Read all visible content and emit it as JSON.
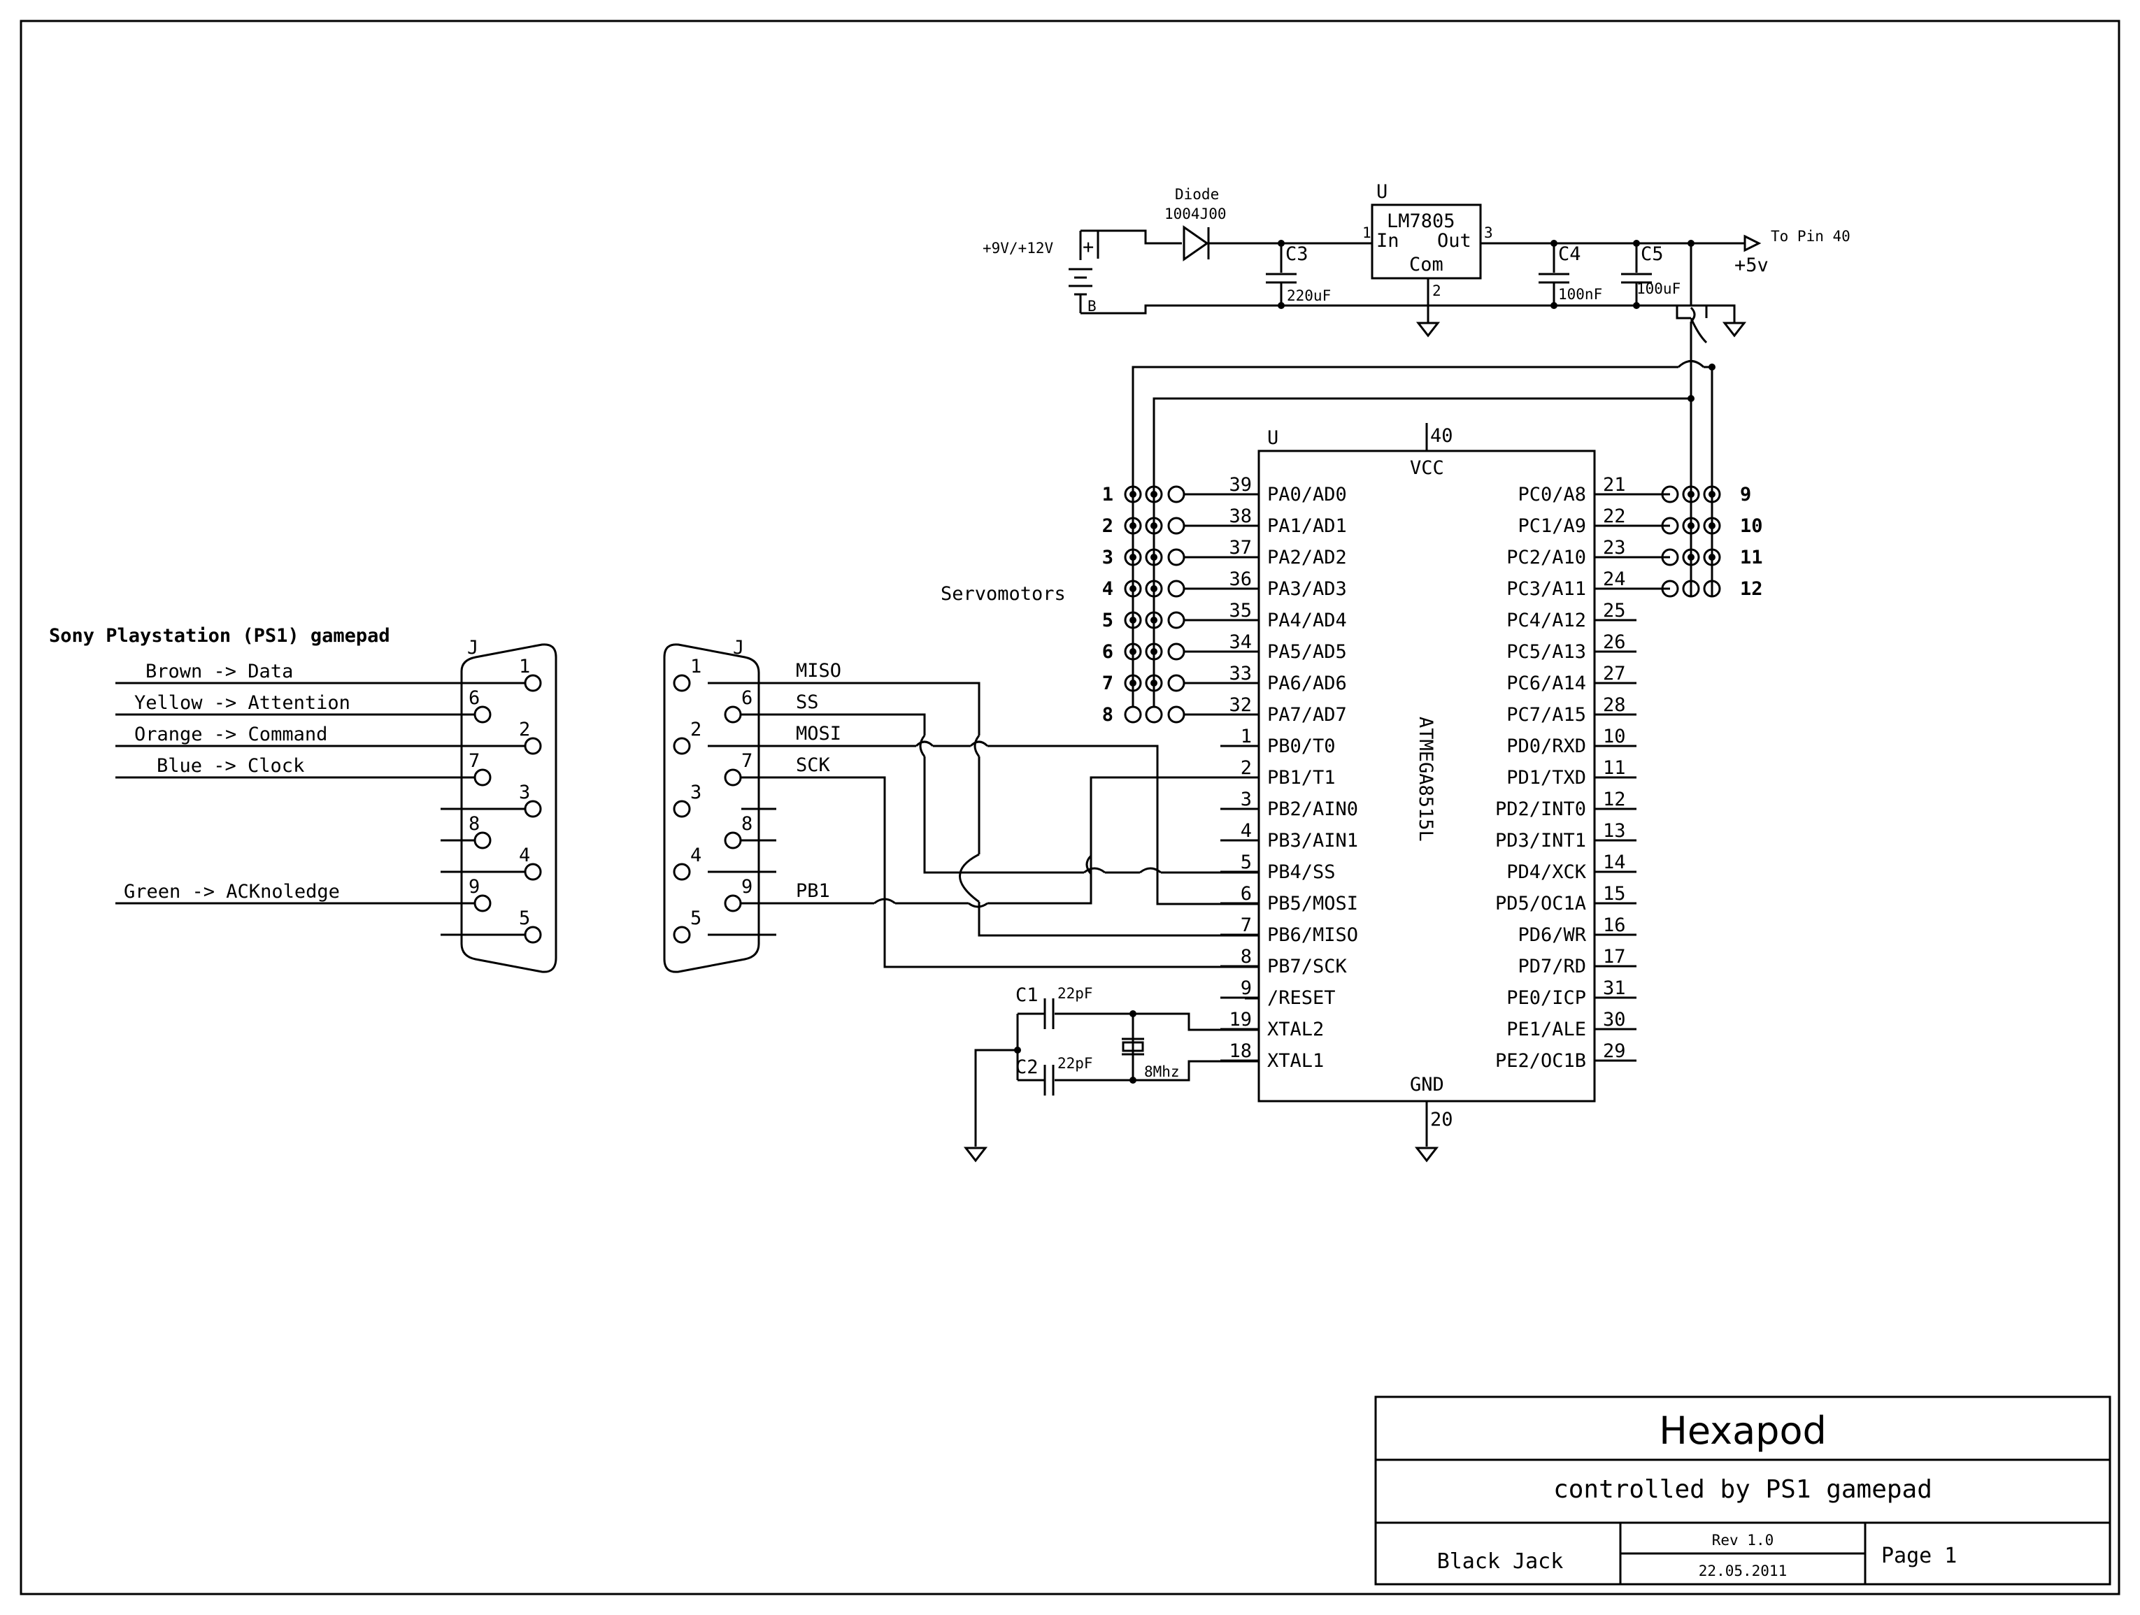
{
  "power": {
    "supply_label": "+9V/+12V",
    "plus_sign": "+",
    "battery_ref": "B",
    "diode_label": "Diode",
    "diode_part": "1004J00",
    "c3_label": "C3",
    "c3_value": "220uF",
    "reg_ref": "U",
    "reg_part": "LM7805",
    "reg_in": "In",
    "reg_out": "Out",
    "reg_com": "Com",
    "reg_pin_in": "1",
    "reg_pin_out": "3",
    "reg_pin_com": "2",
    "c4_label": "C4",
    "c4_value": "100nF",
    "c5_label": "C5",
    "c5_value": "100uF",
    "to_pin": "To Pin 40",
    "vcc_label": "+5v"
  },
  "mcu": {
    "ref": "U",
    "part": "ATMEGA8515L",
    "vcc_label": "VCC",
    "gnd_label": "GND",
    "vcc_pin": "40",
    "gnd_pin": "20",
    "left_pins": [
      {
        "num": "39",
        "name": "PA0/AD0"
      },
      {
        "num": "38",
        "name": "PA1/AD1"
      },
      {
        "num": "37",
        "name": "PA2/AD2"
      },
      {
        "num": "36",
        "name": "PA3/AD3"
      },
      {
        "num": "35",
        "name": "PA4/AD4"
      },
      {
        "num": "34",
        "name": "PA5/AD5"
      },
      {
        "num": "33",
        "name": "PA6/AD6"
      },
      {
        "num": "32",
        "name": "PA7/AD7"
      },
      {
        "num": "1",
        "name": "PB0/T0"
      },
      {
        "num": "2",
        "name": "PB1/T1"
      },
      {
        "num": "3",
        "name": "PB2/AIN0"
      },
      {
        "num": "4",
        "name": "PB3/AIN1"
      },
      {
        "num": "5",
        "name": "PB4/SS"
      },
      {
        "num": "6",
        "name": "PB5/MOSI"
      },
      {
        "num": "7",
        "name": "PB6/MISO"
      },
      {
        "num": "8",
        "name": "PB7/SCK"
      },
      {
        "num": "9",
        "name": "/RESET"
      },
      {
        "num": "19",
        "name": "XTAL2"
      },
      {
        "num": "18",
        "name": "XTAL1"
      }
    ],
    "right_pins": [
      {
        "num": "21",
        "name": "PC0/A8"
      },
      {
        "num": "22",
        "name": "PC1/A9"
      },
      {
        "num": "23",
        "name": "PC2/A10"
      },
      {
        "num": "24",
        "name": "PC3/A11"
      },
      {
        "num": "25",
        "name": "PC4/A12"
      },
      {
        "num": "26",
        "name": "PC5/A13"
      },
      {
        "num": "27",
        "name": "PC6/A14"
      },
      {
        "num": "28",
        "name": "PC7/A15"
      },
      {
        "num": "10",
        "name": "PD0/RXD"
      },
      {
        "num": "11",
        "name": "PD1/TXD"
      },
      {
        "num": "12",
        "name": "PD2/INT0"
      },
      {
        "num": "13",
        "name": "PD3/INT1"
      },
      {
        "num": "14",
        "name": "PD4/XCK"
      },
      {
        "num": "15",
        "name": "PD5/OC1A"
      },
      {
        "num": "16",
        "name": "PD6/WR"
      },
      {
        "num": "17",
        "name": "PD7/RD"
      },
      {
        "num": "31",
        "name": "PE0/ICP"
      },
      {
        "num": "30",
        "name": "PE1/ALE"
      },
      {
        "num": "29",
        "name": "PE2/OC1B"
      }
    ]
  },
  "servos": {
    "label": "Servomotors",
    "left_numbers": [
      "1",
      "2",
      "3",
      "4",
      "5",
      "6",
      "7",
      "8"
    ],
    "right_numbers": [
      "9",
      "10",
      "11",
      "12"
    ]
  },
  "gamepad": {
    "title": "Sony Playstation (PS1) gamepad",
    "ref": "J",
    "wires": [
      "Brown -> Data",
      "Yellow -> Attention",
      "Orange -> Command",
      "Blue -> Clock",
      "Green -> ACKnoledge"
    ],
    "pins": [
      "1",
      "6",
      "2",
      "7",
      "3",
      "8",
      "4",
      "9",
      "5"
    ]
  },
  "isp": {
    "ref": "J",
    "pins": [
      "1",
      "6",
      "2",
      "7",
      "3",
      "8",
      "4",
      "9",
      "5"
    ],
    "signals": [
      "MISO",
      "SS",
      "MOSI",
      "SCK",
      "PB1"
    ]
  },
  "crystal": {
    "c1_label": "C1",
    "c1_value": "22pF",
    "c2_label": "C2",
    "c2_value": "22pF",
    "xtal_value": "8Mhz"
  },
  "title_block": {
    "title": "Hexapod",
    "subtitle": "controlled by PS1 gamepad",
    "author": "Black Jack",
    "revision": "Rev 1.0",
    "date": "22.05.2011",
    "page": "Page 1"
  }
}
